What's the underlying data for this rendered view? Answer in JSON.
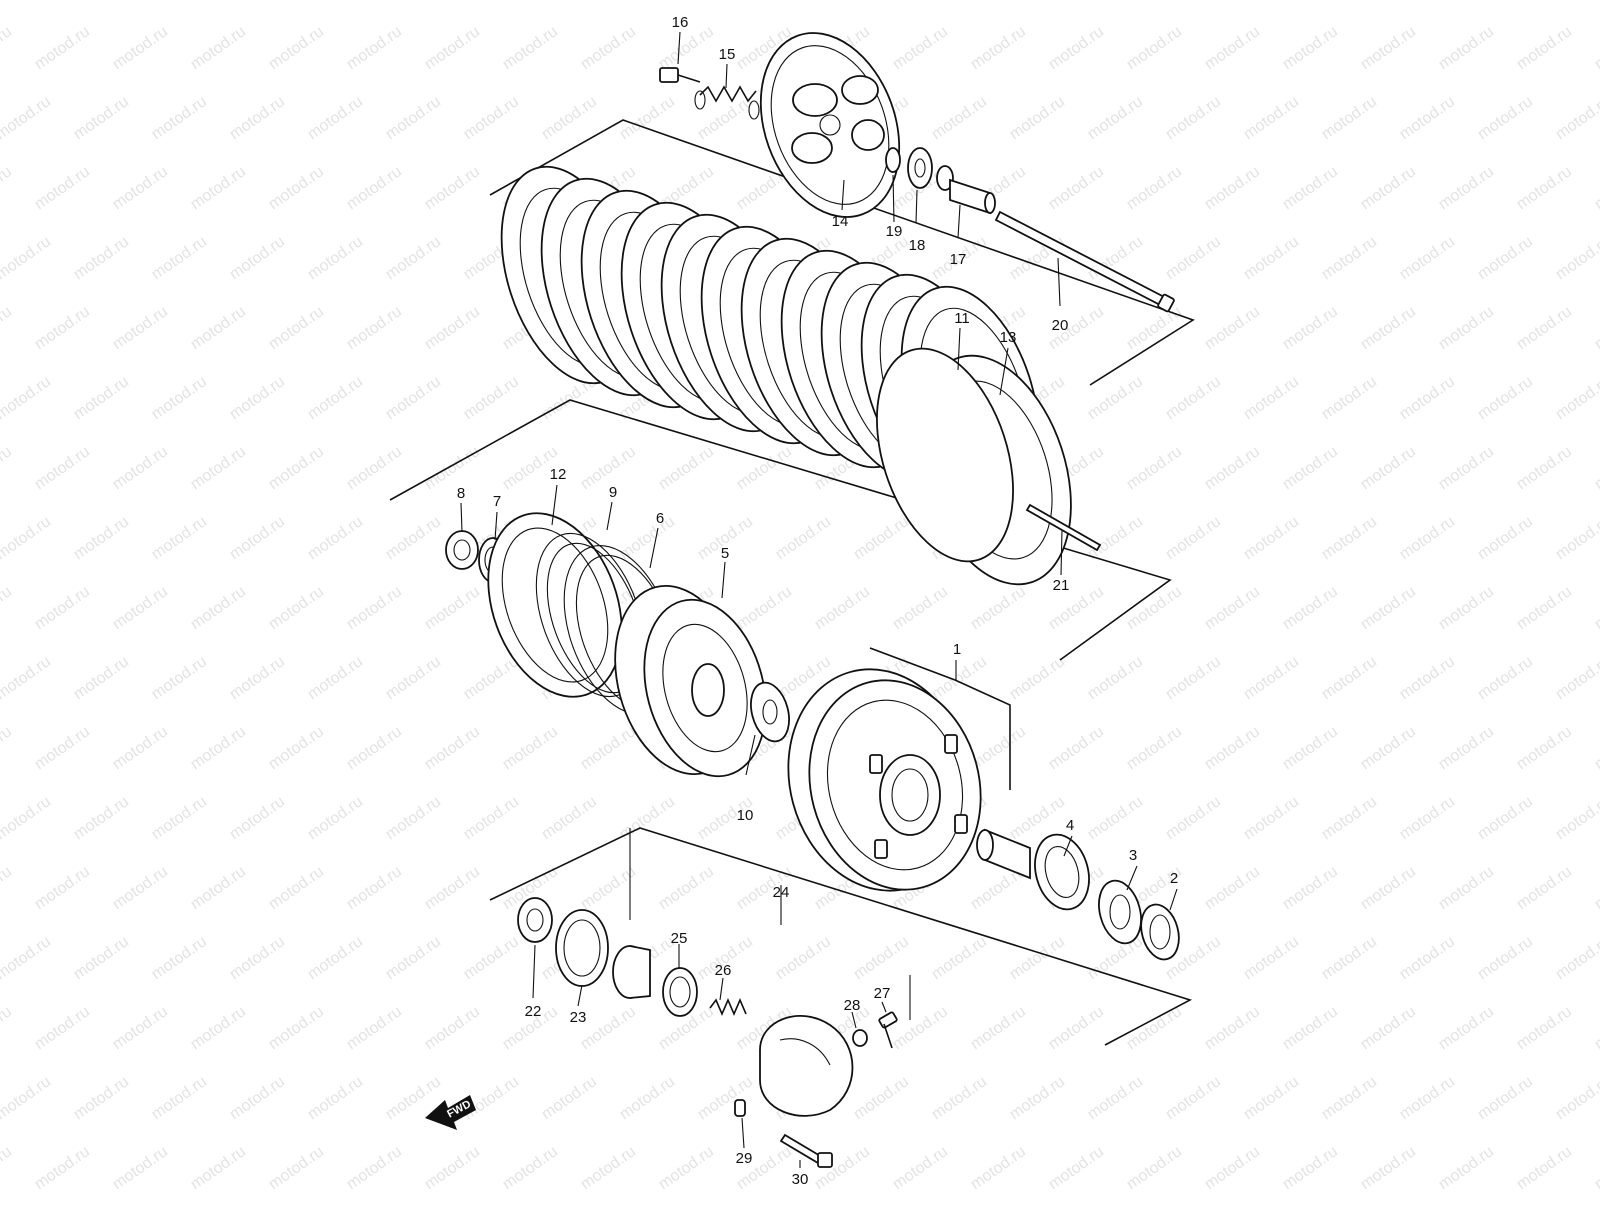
{
  "diagram": {
    "watermark": "motod.ru",
    "fwd_label": "FWD",
    "callouts": [
      {
        "id": "c1",
        "label": "1"
      },
      {
        "id": "c2",
        "label": "2"
      },
      {
        "id": "c3",
        "label": "3"
      },
      {
        "id": "c4",
        "label": "4"
      },
      {
        "id": "c5",
        "label": "5"
      },
      {
        "id": "c6",
        "label": "6"
      },
      {
        "id": "c7",
        "label": "7"
      },
      {
        "id": "c8",
        "label": "8"
      },
      {
        "id": "c9",
        "label": "9"
      },
      {
        "id": "c10",
        "label": "10"
      },
      {
        "id": "c11",
        "label": "11"
      },
      {
        "id": "c12",
        "label": "12"
      },
      {
        "id": "c13",
        "label": "13"
      },
      {
        "id": "c14",
        "label": "14"
      },
      {
        "id": "c15",
        "label": "15"
      },
      {
        "id": "c16",
        "label": "16"
      },
      {
        "id": "c17",
        "label": "17"
      },
      {
        "id": "c18",
        "label": "18"
      },
      {
        "id": "c19",
        "label": "19"
      },
      {
        "id": "c20",
        "label": "20"
      },
      {
        "id": "c21",
        "label": "21"
      },
      {
        "id": "c22",
        "label": "22"
      },
      {
        "id": "c23",
        "label": "23"
      },
      {
        "id": "c24",
        "label": "24"
      },
      {
        "id": "c25",
        "label": "25"
      },
      {
        "id": "c26",
        "label": "26"
      },
      {
        "id": "c27",
        "label": "27"
      },
      {
        "id": "c28",
        "label": "28"
      },
      {
        "id": "c29",
        "label": "29"
      },
      {
        "id": "c30",
        "label": "30"
      }
    ]
  }
}
